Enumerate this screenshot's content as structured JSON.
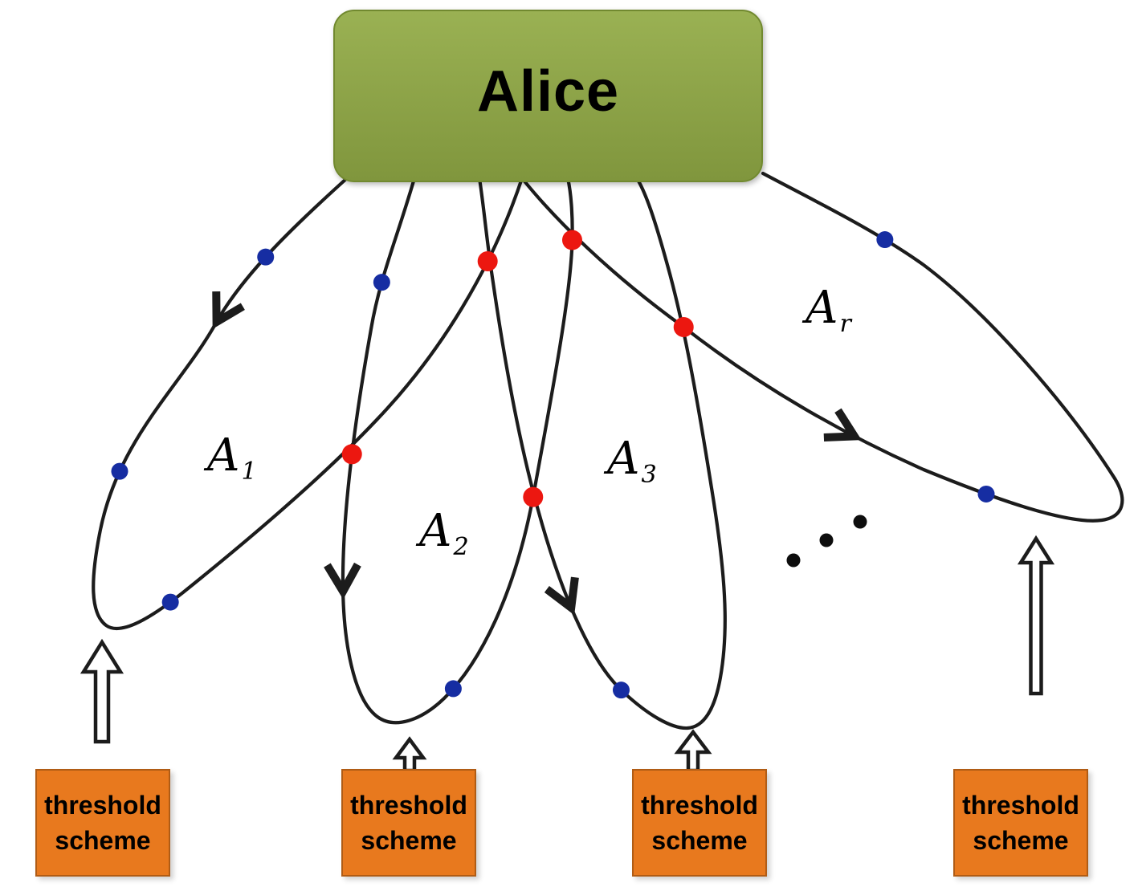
{
  "diagram": {
    "root_node": {
      "label": "Alice"
    },
    "petal_labels": [
      {
        "base": "A",
        "sub": "1"
      },
      {
        "base": "A",
        "sub": "2"
      },
      {
        "base": "A",
        "sub": "3"
      },
      {
        "base": "A",
        "sub": "r"
      }
    ],
    "threshold_boxes": [
      {
        "line1": "threshold",
        "line2": "scheme"
      },
      {
        "line1": "threshold",
        "line2": "scheme"
      },
      {
        "line1": "threshold",
        "line2": "scheme"
      },
      {
        "line1": "threshold",
        "line2": "scheme"
      }
    ],
    "marker_legend": {
      "red_dot": "intersection-point",
      "blue_dot": "share-point",
      "black_dot": "continuation-ellipsis"
    },
    "continuation_dots_count": 3
  },
  "colors": {
    "background": "#ffffff",
    "node_green_top": "#9ab153",
    "node_green_bottom": "#80963d",
    "node_green_border": "#71892f",
    "box_orange": "#e8791e",
    "box_orange_border": "#b05c15",
    "curve_black": "#1c1c1c",
    "dot_red": "#ec1710",
    "dot_blue": "#162da2",
    "dot_black": "#0d0d0d",
    "arrow_fill_white": "#ffffff",
    "text_black": "#000000"
  }
}
